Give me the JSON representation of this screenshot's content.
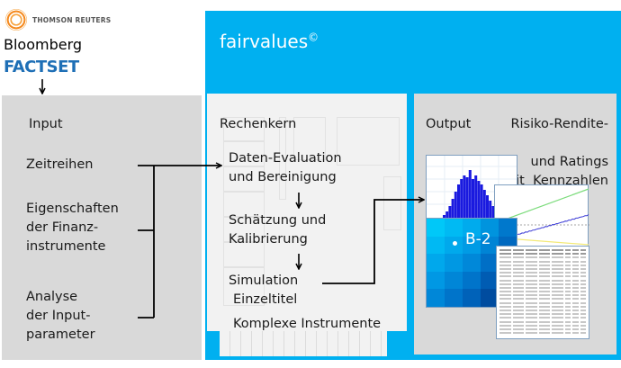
{
  "sources": {
    "logos": [
      {
        "name": "thomson-reuters",
        "label": "THOMSON REUTERS"
      },
      {
        "name": "bloomberg",
        "label": "Bloomberg"
      },
      {
        "name": "factset",
        "label": "FACTSET"
      }
    ]
  },
  "brand": {
    "title": "fairvalues",
    "mark": "©",
    "color": "#00b0f0"
  },
  "input": {
    "heading": "Input",
    "items": [
      {
        "lines": [
          "Zeitreihen"
        ]
      },
      {
        "lines": [
          "Eigenschaften",
          "der Finanz-",
          "instrumente"
        ]
      },
      {
        "lines": [
          "Analyse",
          "der Input-",
          "parameter"
        ]
      }
    ],
    "color": "#d9d9d9"
  },
  "core": {
    "heading": "Rechenkern",
    "steps": [
      {
        "lines": [
          "Daten-Evaluation",
          "und Bereinigung"
        ]
      },
      {
        "lines": [
          "Schätzung und",
          "Kalibrierung"
        ]
      },
      {
        "lines": [
          "Simulation"
        ]
      }
    ],
    "sub_items": [
      "Einzeltitel",
      "Komplexe Instrumente"
    ],
    "color": "#f2f2f2"
  },
  "output": {
    "heading": "Output",
    "description_lines": [
      "Risiko-Rendite-",
      "Zeit  Kennzahlen",
      "und Ratings"
    ],
    "heatmap_label": "B-2",
    "color": "#d9d9d9"
  },
  "icons": {
    "source-arrow": "arrow-down-icon",
    "flow-arrows": "arrow-right-icon"
  }
}
